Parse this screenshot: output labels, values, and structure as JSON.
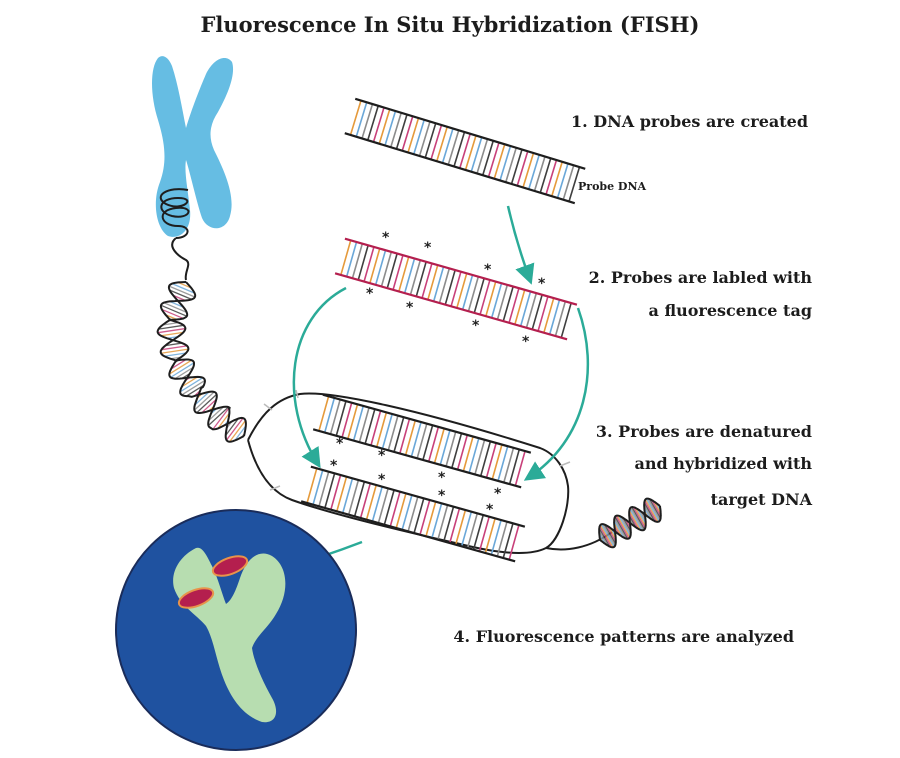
{
  "title": "Fluorescence In Situ Hybridization (FISH)",
  "steps": [
    {
      "lines": [
        "1. DNA probes are created"
      ]
    },
    {
      "lines": [
        "2. Probes are labled  with",
        "a fluorescence tag"
      ]
    },
    {
      "lines": [
        "3. Probes are denatured",
        "and hybridized with",
        "target DNA"
      ]
    },
    {
      "lines": [
        "4. Fluorescence patterns are analyzed"
      ]
    }
  ],
  "probe_label": "Probe DNA",
  "colors": {
    "arrow": "#2bab98",
    "chromosome_blue": "#66bde3",
    "nucleus": "#1f52a0",
    "cell_chromosome": "#b7ddb0",
    "probe_mark": "#b41f4e",
    "strand": "#1e1e1e",
    "rung_colors": [
      "#c8407a",
      "#e59a3b",
      "#6aa7d8",
      "#8c8c8c",
      "#3f3f3f"
    ]
  },
  "icons": [
    "chromosome-icon",
    "nucleus-icon",
    "dna-helix-icon",
    "probe-strand-icon",
    "arrow-icon",
    "fluorescent-tag-icon"
  ]
}
